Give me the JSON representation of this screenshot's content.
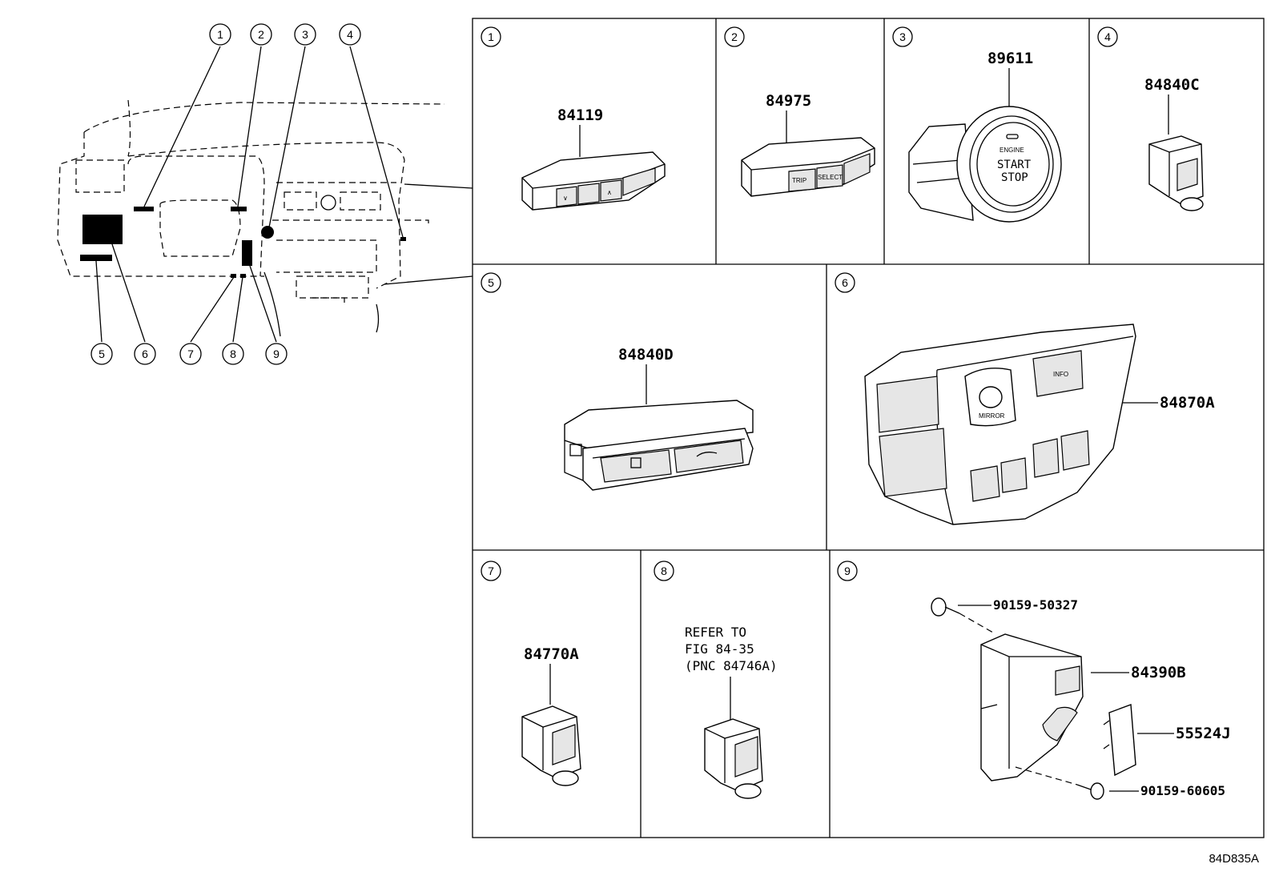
{
  "figure_code": "84D835A",
  "locator_callouts": [
    "1",
    "2",
    "3",
    "4",
    "5",
    "6",
    "7",
    "8",
    "9"
  ],
  "panels": [
    {
      "num": "1",
      "parts": [
        "84119"
      ]
    },
    {
      "num": "2",
      "parts": [
        "84975"
      ]
    },
    {
      "num": "3",
      "parts": [
        "89611"
      ],
      "button_text": [
        "ENGINE",
        "START",
        "STOP"
      ]
    },
    {
      "num": "4",
      "parts": [
        "84840C"
      ]
    },
    {
      "num": "5",
      "parts": [
        "84840D"
      ]
    },
    {
      "num": "6",
      "parts": [
        "84870A"
      ]
    },
    {
      "num": "7",
      "parts": [
        "84770A"
      ]
    },
    {
      "num": "8",
      "parts": [],
      "refer": [
        "REFER TO",
        "FIG 84-35",
        "(PNC 84746A)"
      ]
    },
    {
      "num": "9",
      "parts": [
        "90159-50327",
        "84390B",
        "55524J",
        "90159-60605"
      ]
    }
  ],
  "switch_labels": {
    "trip": "TRIP",
    "select": "SELECT",
    "mirror": "MIRROR",
    "info": "INFO"
  }
}
